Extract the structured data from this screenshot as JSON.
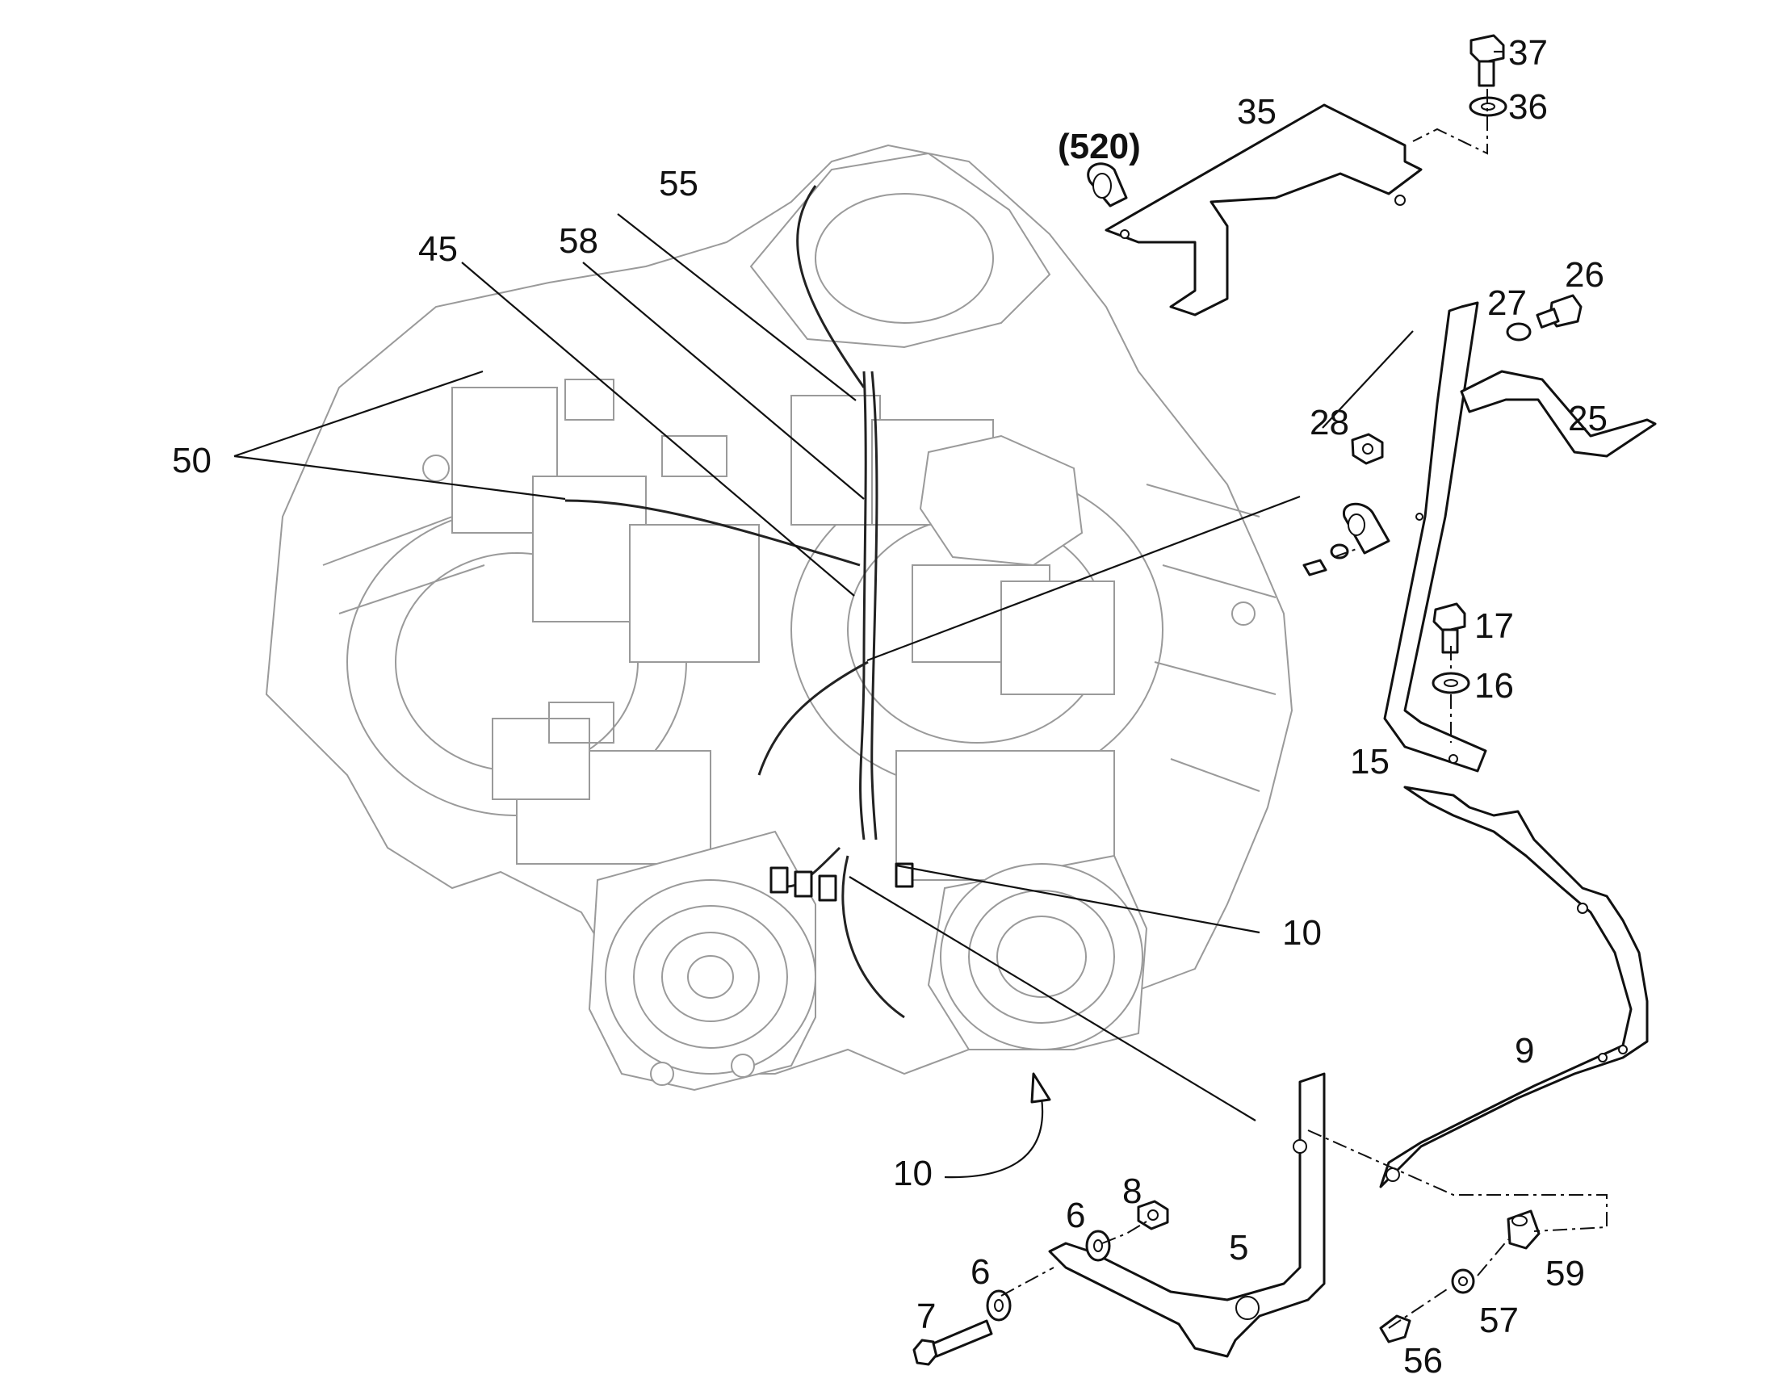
{
  "diagram": {
    "callouts": {
      "p37": "37",
      "p36": "36",
      "p35": "35",
      "p520": "(520)",
      "p55": "55",
      "p58": "58",
      "p45": "45",
      "p50": "50",
      "p26": "26",
      "p27": "27",
      "p28": "28",
      "p25": "25",
      "p17": "17",
      "p16": "16",
      "p15": "15",
      "p10a": "10",
      "p9": "9",
      "p10b": "10",
      "p8": "8",
      "p6a": "6",
      "p6b": "6",
      "p5": "5",
      "p7": "7",
      "p59": "59",
      "p57": "57",
      "p56": "56"
    }
  }
}
